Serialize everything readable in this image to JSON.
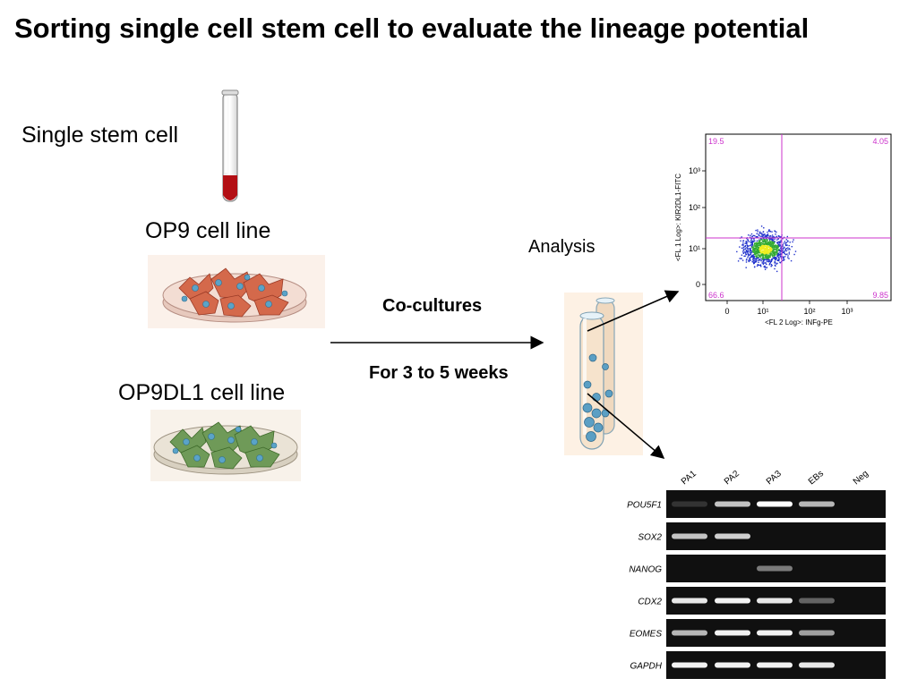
{
  "title": "Sorting single cell stem cell to evaluate the lineage potential",
  "labels": {
    "single_stem_cell": "Single stem cell",
    "op9": "OP9 cell line",
    "op9dl1": "OP9DL1 cell line",
    "analysis": "Analysis",
    "co_cultures": "Co-cultures",
    "duration": "For 3 to 5 weeks"
  },
  "flow_plot": {
    "quadrants": {
      "top_left": "19.5",
      "top_right": "4.05",
      "bottom_left": "66.6",
      "bottom_right": "9.85"
    },
    "y_ticks": [
      "10³",
      "10²",
      "10¹",
      "0"
    ],
    "x_ticks": [
      "0",
      "10¹",
      "10²",
      "10³"
    ],
    "xlabel": "<FL 2 Log>: INFg-PE",
    "ylabel": "<FL 1 Log>: KIR2DL1-FITC",
    "colors": {
      "quadrant_lines": "#cc33cc",
      "dots": "#2233cc",
      "core": "#33aa33",
      "center": "#eeee22"
    }
  },
  "gel": {
    "lanes": [
      "PA1",
      "PA2",
      "PA3",
      "EBs",
      "Neg"
    ],
    "genes": [
      {
        "name": "POU5F1",
        "bands": [
          0.15,
          0.75,
          1.0,
          0.7,
          0.0
        ]
      },
      {
        "name": "SOX2",
        "bands": [
          0.75,
          0.8,
          0.0,
          0.0,
          0.0
        ]
      },
      {
        "name": "NANOG",
        "bands": [
          0.0,
          0.0,
          0.45,
          0.0,
          0.0
        ]
      },
      {
        "name": "CDX2",
        "bands": [
          0.9,
          0.95,
          0.9,
          0.35,
          0.0
        ]
      },
      {
        "name": "EOMES",
        "bands": [
          0.7,
          0.95,
          0.95,
          0.6,
          0.0
        ]
      },
      {
        "name": "GAPDH",
        "bands": [
          0.95,
          0.95,
          0.95,
          0.9,
          0.0
        ]
      }
    ]
  }
}
